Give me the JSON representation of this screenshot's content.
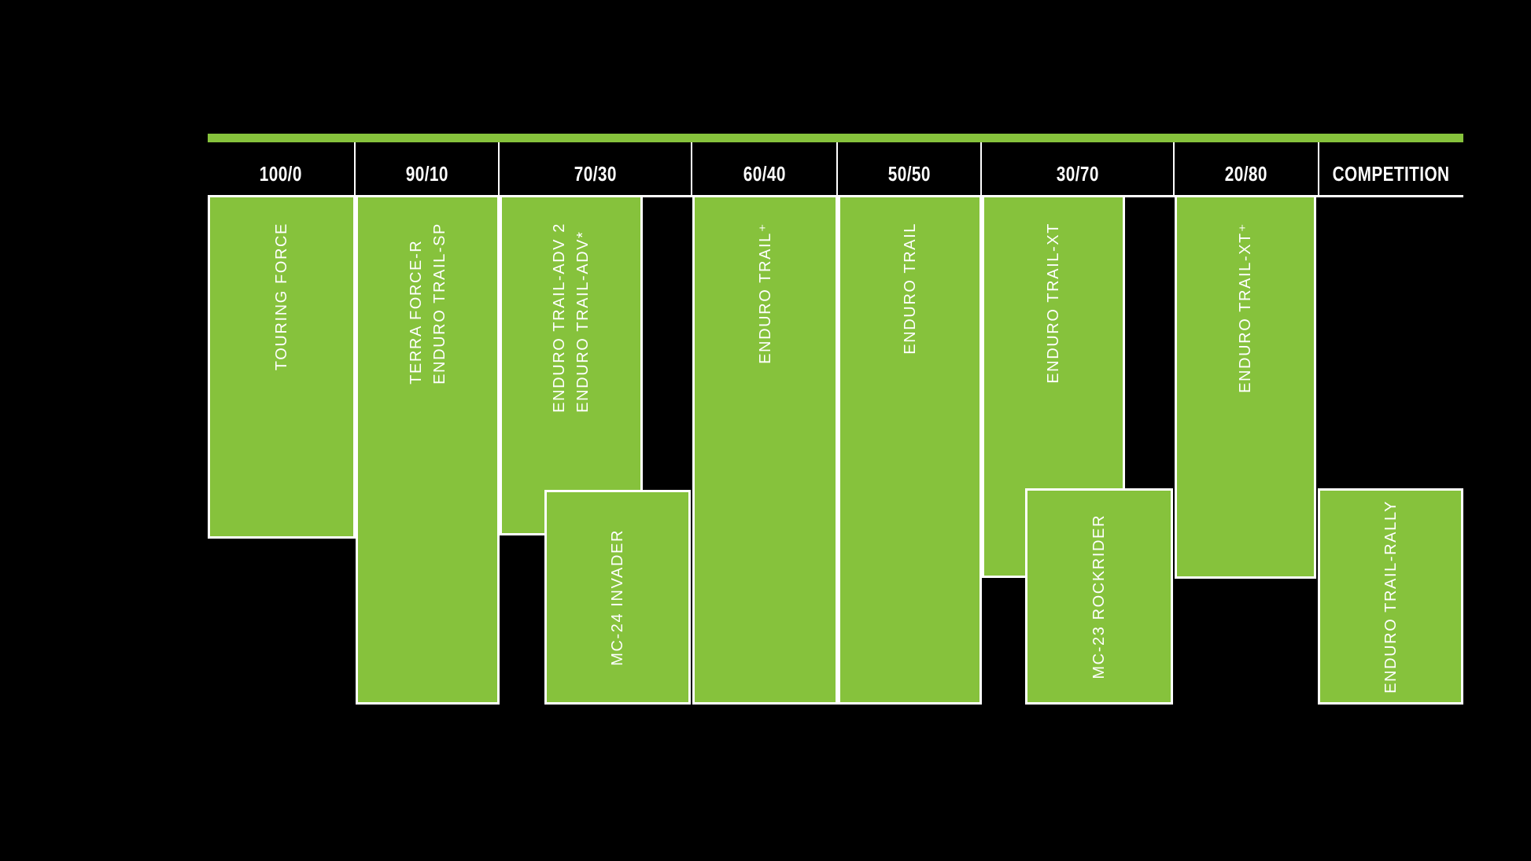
{
  "colors": {
    "background": "#000000",
    "green": "#86c23c",
    "line_white": "#ffffff",
    "text_white": "#ffffff"
  },
  "chart_data": {
    "type": "table",
    "title": "",
    "columns": [
      "100/0",
      "90/10",
      "70/30",
      "60/40",
      "50/50",
      "30/70",
      "20/80",
      "COMPETITION"
    ],
    "column_meaning": "on-road/off-road usage split per tyre category",
    "legend_position": "none",
    "grid": "white column dividers on black background",
    "entries": [
      {
        "product": "TOURING FORCE",
        "column": "100/0",
        "band": "upper"
      },
      {
        "product": "TERRA FORCE-R\nENDURO TRAIL-SP",
        "column": "90/10",
        "band": "full"
      },
      {
        "product": "ENDURO TRAIL-ADV 2\nENDURO TRAIL-ADV*",
        "column": "70/30",
        "band": "upper"
      },
      {
        "product": "ENDURO TRAIL⁺",
        "column": "60/40",
        "band": "full"
      },
      {
        "product": "ENDURO TRAIL",
        "column": "50/50",
        "band": "full"
      },
      {
        "product": "ENDURO TRAIL-XT",
        "column": "30/70",
        "band": "upper"
      },
      {
        "product": "ENDURO TRAIL-XT⁺",
        "column": "20/80",
        "band": "upper"
      },
      {
        "product": "MC-24 INVADER",
        "column": "70/30",
        "band": "lower"
      },
      {
        "product": "MC-23 ROCKRIDER",
        "column": "30/70",
        "band": "lower"
      },
      {
        "product": "ENDURO TRAIL-RALLY",
        "column": "COMPETITION",
        "band": "lower"
      }
    ]
  }
}
